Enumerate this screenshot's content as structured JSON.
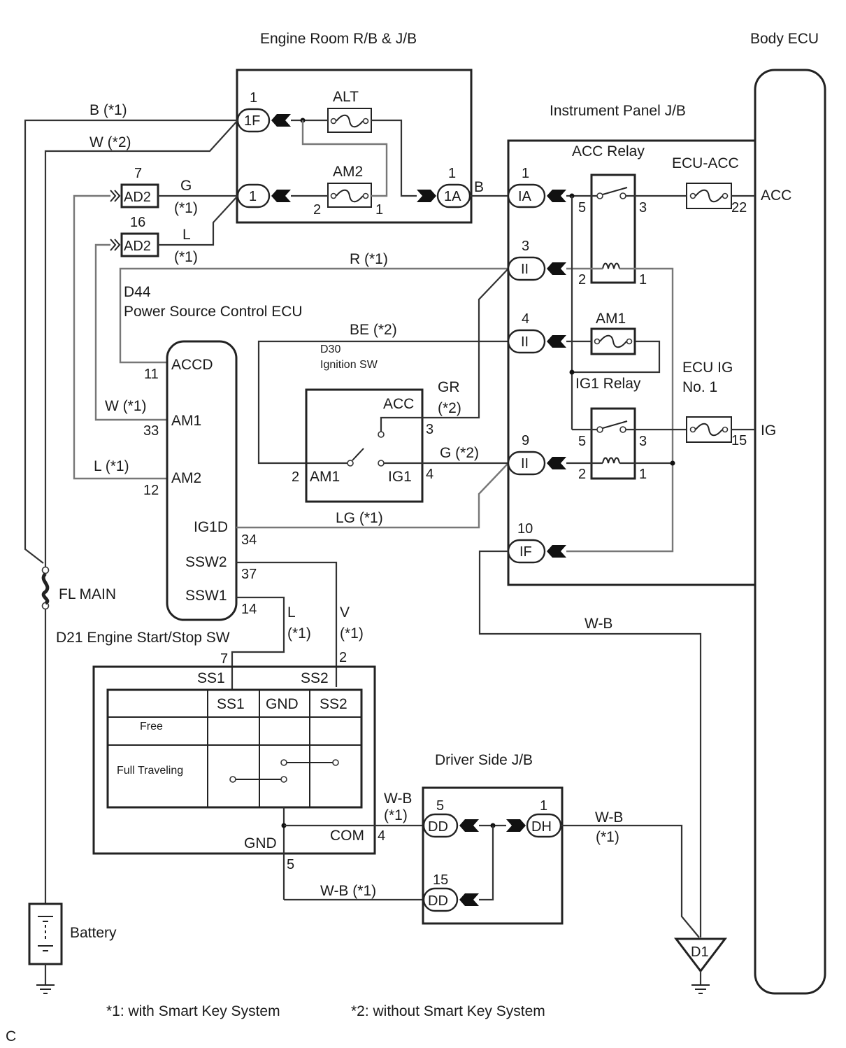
{
  "titles": {
    "engine_room": "Engine Room R/B & J/B",
    "body_ecu": "Body ECU",
    "instrument_panel": "Instrument Panel J/B",
    "driver_side": "Driver Side J/B",
    "power_source_id": "D44",
    "power_source_name": "Power Source Control ECU",
    "ignition_id": "D30",
    "ignition_name": "Ignition SW",
    "start_stop": "D21  Engine Start/Stop SW"
  },
  "engine_room": {
    "fuse_alt": "ALT",
    "fuse_am2": "AM2",
    "conn_1f": "1F",
    "conn_1f_pin": "1",
    "conn_1": "1",
    "conn_1a": "1A",
    "conn_1a_pin": "1",
    "am2_pin_left": "2",
    "am2_pin_right": "1"
  },
  "wires": {
    "b1": "B (*1)",
    "w2": "W (*2)",
    "g": "G",
    "g1": "(*1)",
    "l": "L",
    "l1": "(*1)",
    "r1": "R (*1)",
    "be2": "BE (*2)",
    "gr": "GR",
    "gr2": "(*2)",
    "g2": "G (*2)",
    "lg1": "LG (*1)",
    "w1": "W (*1)",
    "l_am2": "L (*1)",
    "b": "B",
    "wb": "W-B",
    "ssw1_l": "L",
    "ssw1_l1": "(*1)",
    "ssw2_v": "V",
    "ssw2_v1": "(*1)",
    "wb_com": "W-B",
    "wb_com1": "(*1)",
    "wb_dh": "W-B",
    "wb_dh1": "(*1)",
    "wb_gnd": "W-B (*1)"
  },
  "ad2": [
    {
      "label": "AD2",
      "pin": "7"
    },
    {
      "label": "AD2",
      "pin": "16"
    }
  ],
  "instrument_panel": {
    "acc_relay": "ACC Relay",
    "ig1_relay": "IG1 Relay",
    "ecu_acc": "ECU-ACC",
    "ecu_ig_1": "ECU IG",
    "ecu_ig_2": "No. 1",
    "am1": "AM1",
    "connectors": [
      {
        "label": "IA",
        "pin": "1"
      },
      {
        "label": "II",
        "pin": "3"
      },
      {
        "label": "II",
        "pin": "4"
      },
      {
        "label": "II",
        "pin": "9"
      },
      {
        "label": "IF",
        "pin": "10"
      }
    ],
    "acc_relay_pins": {
      "p5": "5",
      "p3": "3",
      "p2": "2",
      "p1": "1"
    },
    "ig1_relay_pins": {
      "p5": "5",
      "p3": "3",
      "p2": "2",
      "p1": "1"
    },
    "ecu_acc_pin": "22",
    "ecu_ig_pin": "15"
  },
  "body_ecu": {
    "acc": "ACC",
    "ig": "IG"
  },
  "power_ecu": {
    "terminals": [
      {
        "name": "ACCD",
        "pin": "11"
      },
      {
        "name": "AM1",
        "pin": "33"
      },
      {
        "name": "AM2",
        "pin": "12"
      },
      {
        "name": "IG1D",
        "pin": "34"
      },
      {
        "name": "SSW2",
        "pin": "37"
      },
      {
        "name": "SSW1",
        "pin": "14"
      }
    ]
  },
  "ignition_sw": {
    "acc": "ACC",
    "am1": "AM1",
    "ig1": "IG1",
    "pin_am1": "2",
    "pin_acc": "3",
    "pin_ig1": "4"
  },
  "start_stop": {
    "pin_ss1": "7",
    "pin_ss2": "2",
    "ss1": "SS1",
    "ss2": "SS2",
    "gnd": "GND",
    "com": "COM",
    "pin_com": "4",
    "pin_gnd": "5",
    "table": {
      "headers": [
        "",
        "SS1",
        "GND",
        "SS2"
      ],
      "rows": [
        "Free",
        "Full Traveling"
      ]
    }
  },
  "driver_side": {
    "connectors": [
      {
        "label": "DD",
        "pin": "5"
      },
      {
        "label": "DH",
        "pin": "1"
      },
      {
        "label": "DD",
        "pin": "15"
      }
    ]
  },
  "fl_main": "FL MAIN",
  "battery": "Battery",
  "ground_point": "D1",
  "footnotes": {
    "n1": "*1: with Smart Key System",
    "n2": "*2: without Smart Key System"
  },
  "corner_letter": "C"
}
